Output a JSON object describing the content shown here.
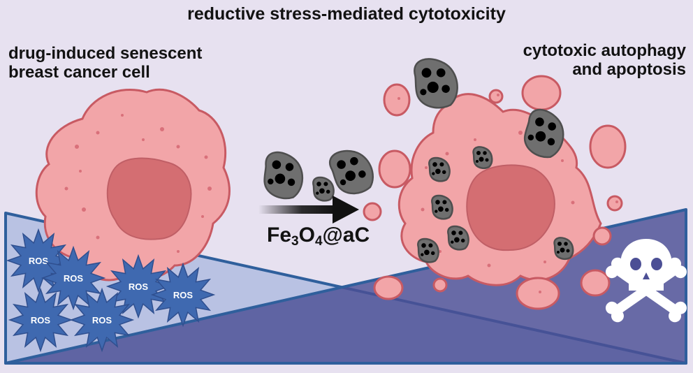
{
  "title": "reductive stress-mediated cytotoxicity",
  "left_label": {
    "line1": "drug-induced senescent",
    "line2": "breast cancer cell"
  },
  "right_label": {
    "line1": "cytotoxic autophagy",
    "line2": "and apoptosis"
  },
  "arrow_label": {
    "p1": "Fe",
    "s1": "3",
    "p2": "O",
    "s2": "4",
    "p3": "@aC"
  },
  "ros_label": "ROS",
  "colors": {
    "background": "#e7e1f0",
    "cell": "#f2a5a8",
    "cell_outline": "#c85a63",
    "nucleus": "#d46e72",
    "light_wedge": "#b9c2e3",
    "dark_wedge": "#525498",
    "ros": "#3f69b0",
    "nanoparticle": "#6f6f6f",
    "skull": "#ffffff"
  },
  "icons": [
    "senescent-cell-icon",
    "apoptotic-cell-icon",
    "ros-star-icon",
    "nanoparticle-icon",
    "arrow-icon",
    "skull-crossbones-icon"
  ]
}
